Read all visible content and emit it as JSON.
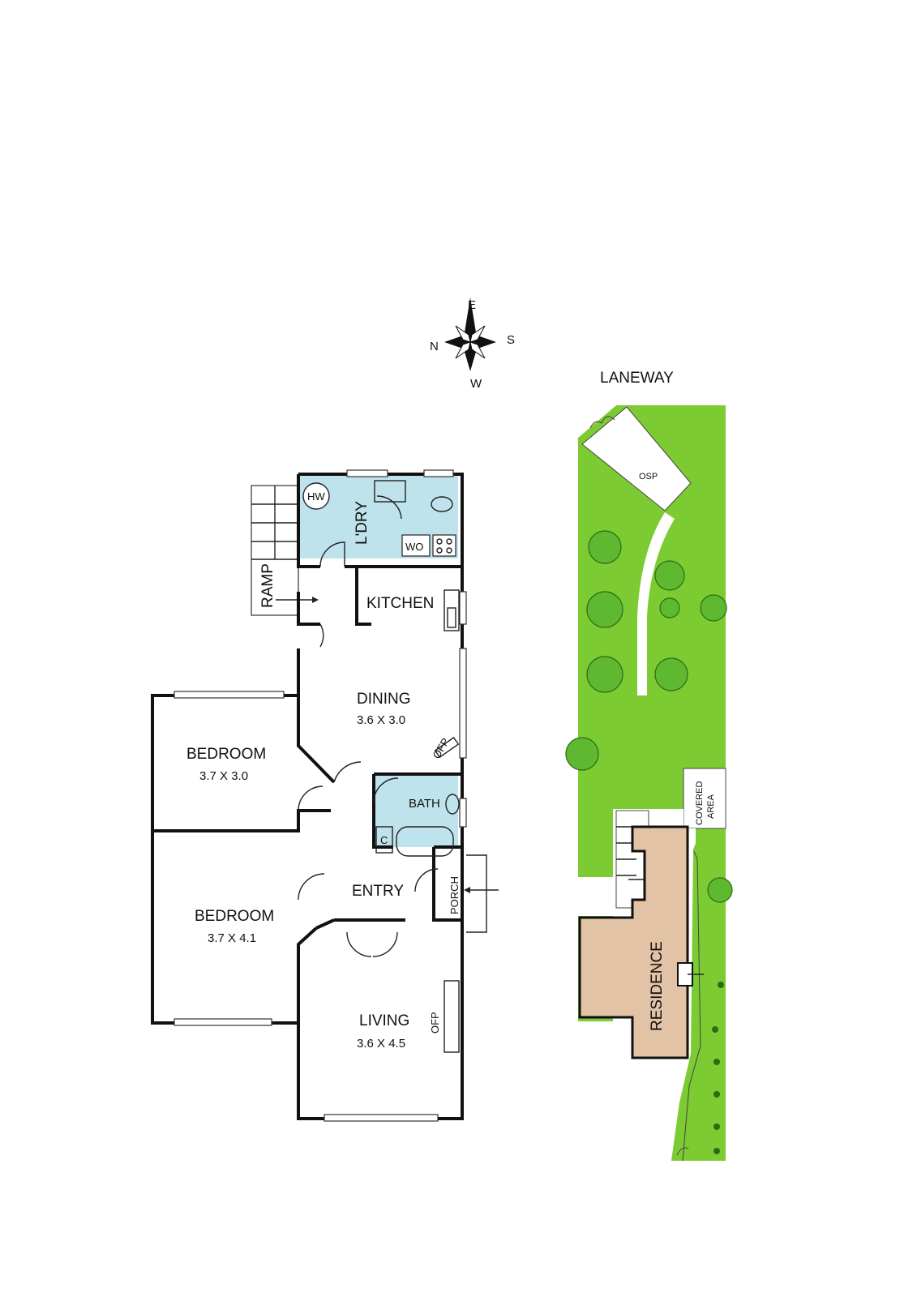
{
  "compass": {
    "north": "N",
    "south": "S",
    "east": "E",
    "west": "W"
  },
  "rooms": {
    "ramp": "RAMP",
    "hw": "HW",
    "laundry": "L'DRY",
    "wo": "WO",
    "kitchen": "KITCHEN",
    "dining": "DINING",
    "dining_dim": "3.6 X 3.0",
    "ofp": "OFP",
    "bath": "BATH",
    "c": "C",
    "bedroom1": "BEDROOM",
    "bedroom1_dim": "3.7 X 3.0",
    "bedroom2": "BEDROOM",
    "bedroom2_dim": "3.7 X 4.1",
    "entry": "ENTRY",
    "porch": "PORCH",
    "living": "LIVING",
    "living_dim": "3.6 X 4.5",
    "living_ofp": "OFP"
  },
  "site": {
    "laneway": "LANEWAY",
    "osp": "OSP",
    "covered_1": "COVERED",
    "covered_2": "AREA",
    "residence": "RESIDENCE"
  },
  "colors": {
    "wet_area": "#bfe3ec",
    "lawn": "#7ccb32",
    "residence": "#e3c3a6",
    "tree": "#5fb930"
  }
}
